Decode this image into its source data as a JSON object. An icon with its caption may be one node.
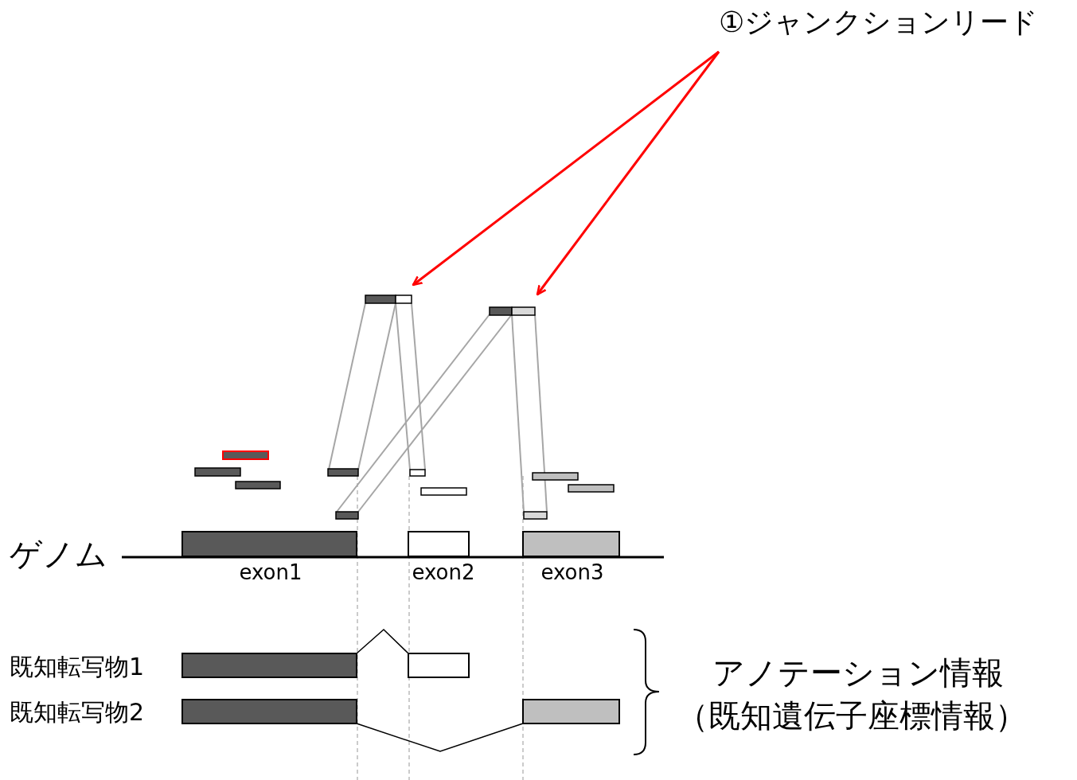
{
  "diagram": {
    "nodes": [
      {
        "text": [
          "①ジャンクションリード"
        ]
      },
      {
        "text": [],
        "shape": "bar"
      },
      {
        "text": [],
        "shape": "bar"
      }
    ],
    "edges": [
      {
        "from": 0,
        "to": 1,
        "arrow": "to",
        "color": "#ff0000"
      },
      {
        "from": 0,
        "to": 2,
        "arrow": "to",
        "color": "#ff0000"
      }
    ],
    "labels": [
      "ゲノム",
      "exon1",
      "exon2",
      "exon3",
      "既知転写物1",
      "既知転写物2",
      "アノテーション情報",
      "（既知遺伝子座標情報）"
    ]
  }
}
